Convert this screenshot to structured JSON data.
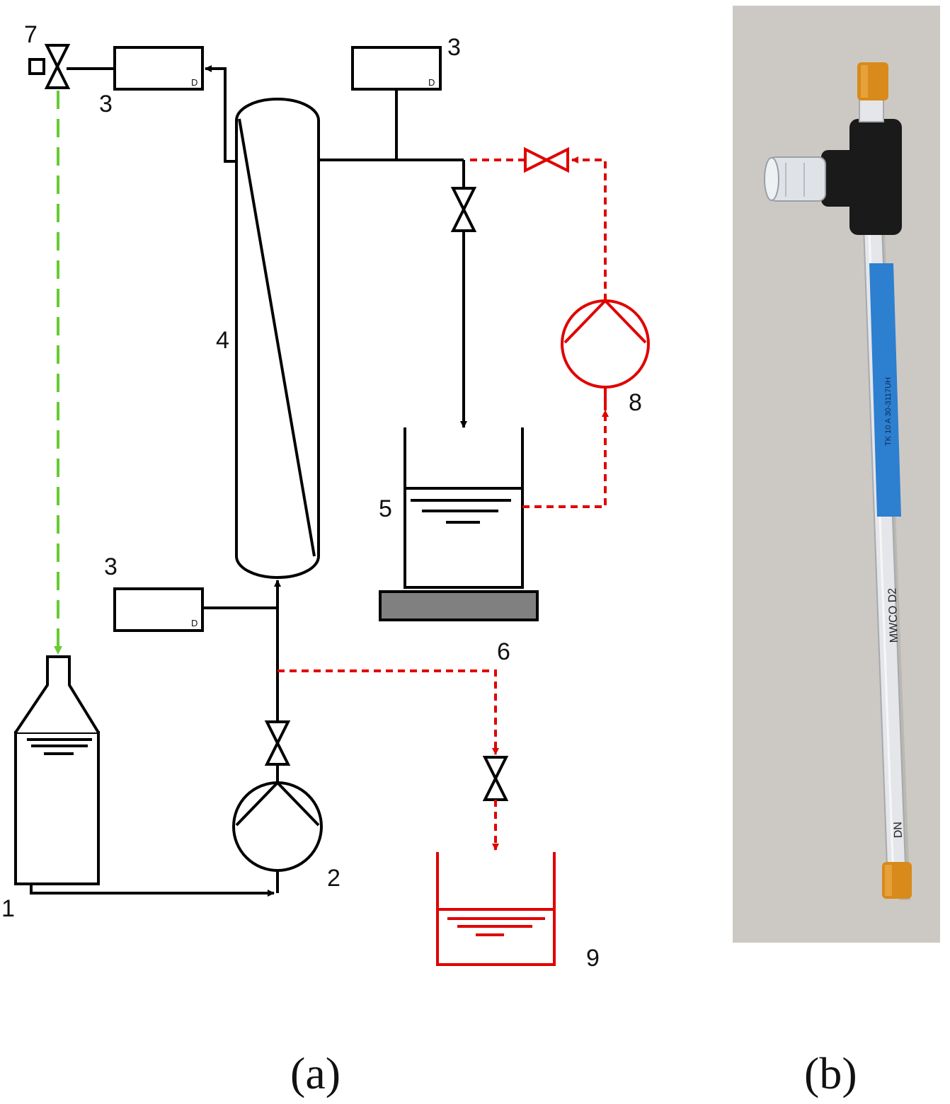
{
  "panel_a": {
    "caption": "(a)",
    "labels": {
      "l1": "1",
      "l2": "2",
      "l3a": "3",
      "l3b": "3",
      "l3c": "3",
      "l4": "4",
      "l5": "5",
      "l6": "6",
      "l7": "7",
      "l8": "8",
      "l9": "9"
    },
    "detector_mark": "D",
    "colors": {
      "line": "#000000",
      "recycle": "#e00000",
      "gas": "#66cc33",
      "balance": "#808080"
    }
  },
  "panel_b": {
    "caption": "(b)",
    "tube_print_1": "TK 10 A 30-3117UH",
    "tube_print_2": "MWCO D2",
    "tube_print_3": "DN",
    "colors": {
      "background": "#c9c6c1",
      "cap": "#d88a1a",
      "tee": "#1a1a1a",
      "sleeve": "#2d7fd0"
    }
  }
}
